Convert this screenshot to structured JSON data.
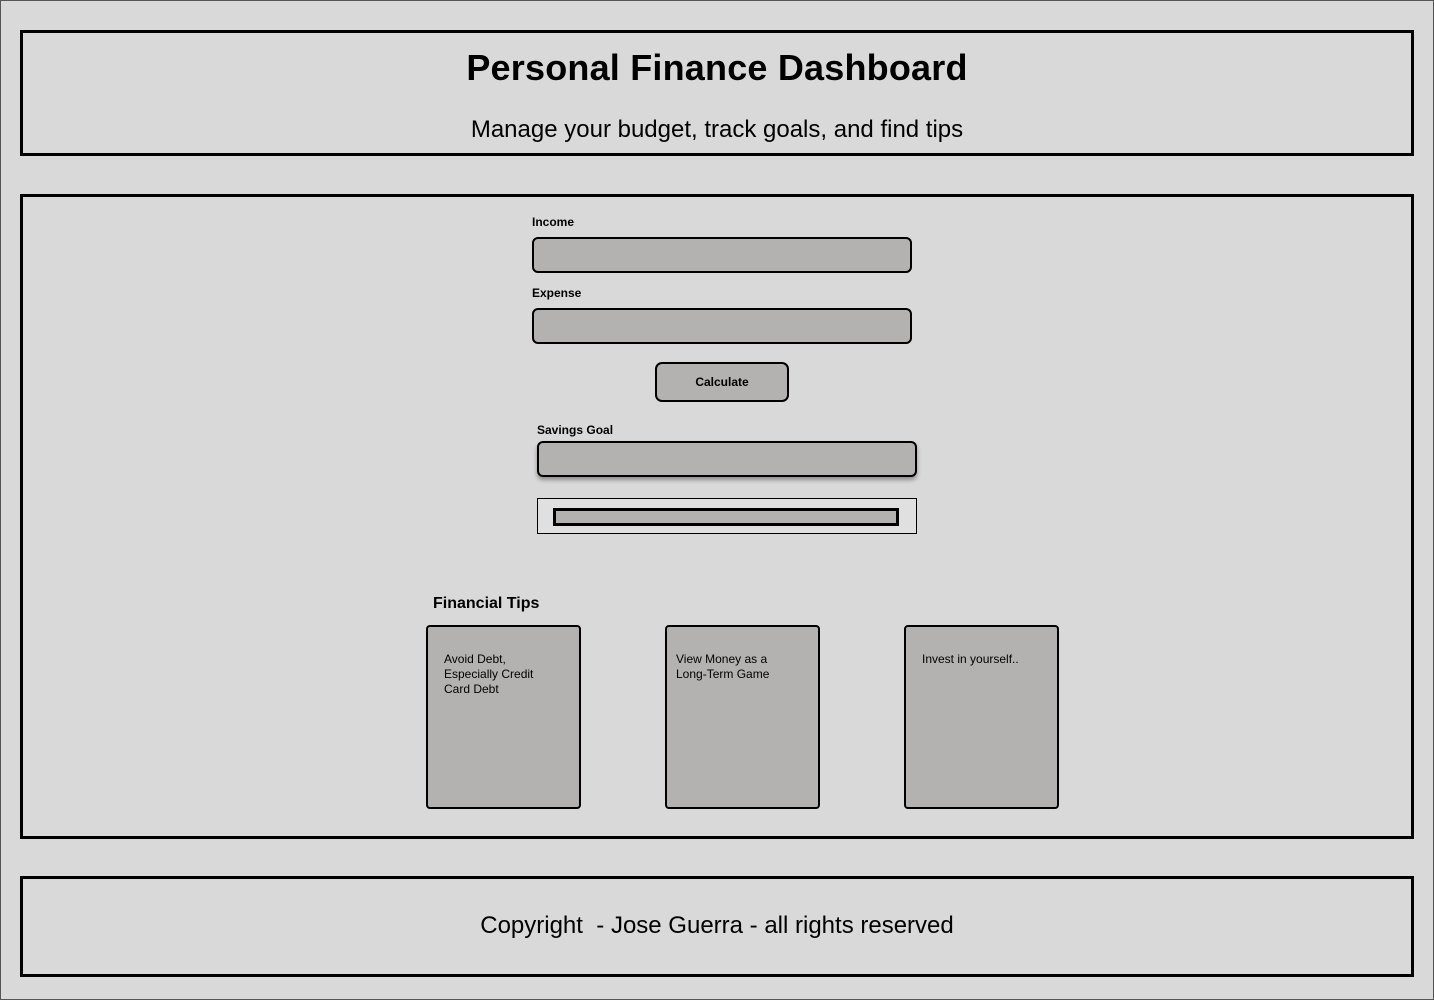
{
  "header": {
    "title": "Personal Finance Dashboard",
    "subtitle": "Manage your budget, track goals, and find tips"
  },
  "budget": {
    "income_label": "Income",
    "income_value": "",
    "expense_label": "Expense",
    "expense_value": "",
    "calculate_label": "Calculate"
  },
  "savings": {
    "goal_label": "Savings Goal",
    "goal_value": "",
    "progress": 0
  },
  "tips": {
    "heading": "Financial Tips",
    "items": [
      {
        "text": "Avoid Debt, Especially Credit Card Debt"
      },
      {
        "text": "View Money as a Long-Term Game"
      },
      {
        "text": "Invest in yourself.."
      }
    ]
  },
  "footer": {
    "copyright": "Copyright  - Jose Guerra - all rights reserved"
  },
  "colors": {
    "background": "#d9d9d9",
    "field_fill": "#b3b2b0",
    "border": "#000000"
  }
}
